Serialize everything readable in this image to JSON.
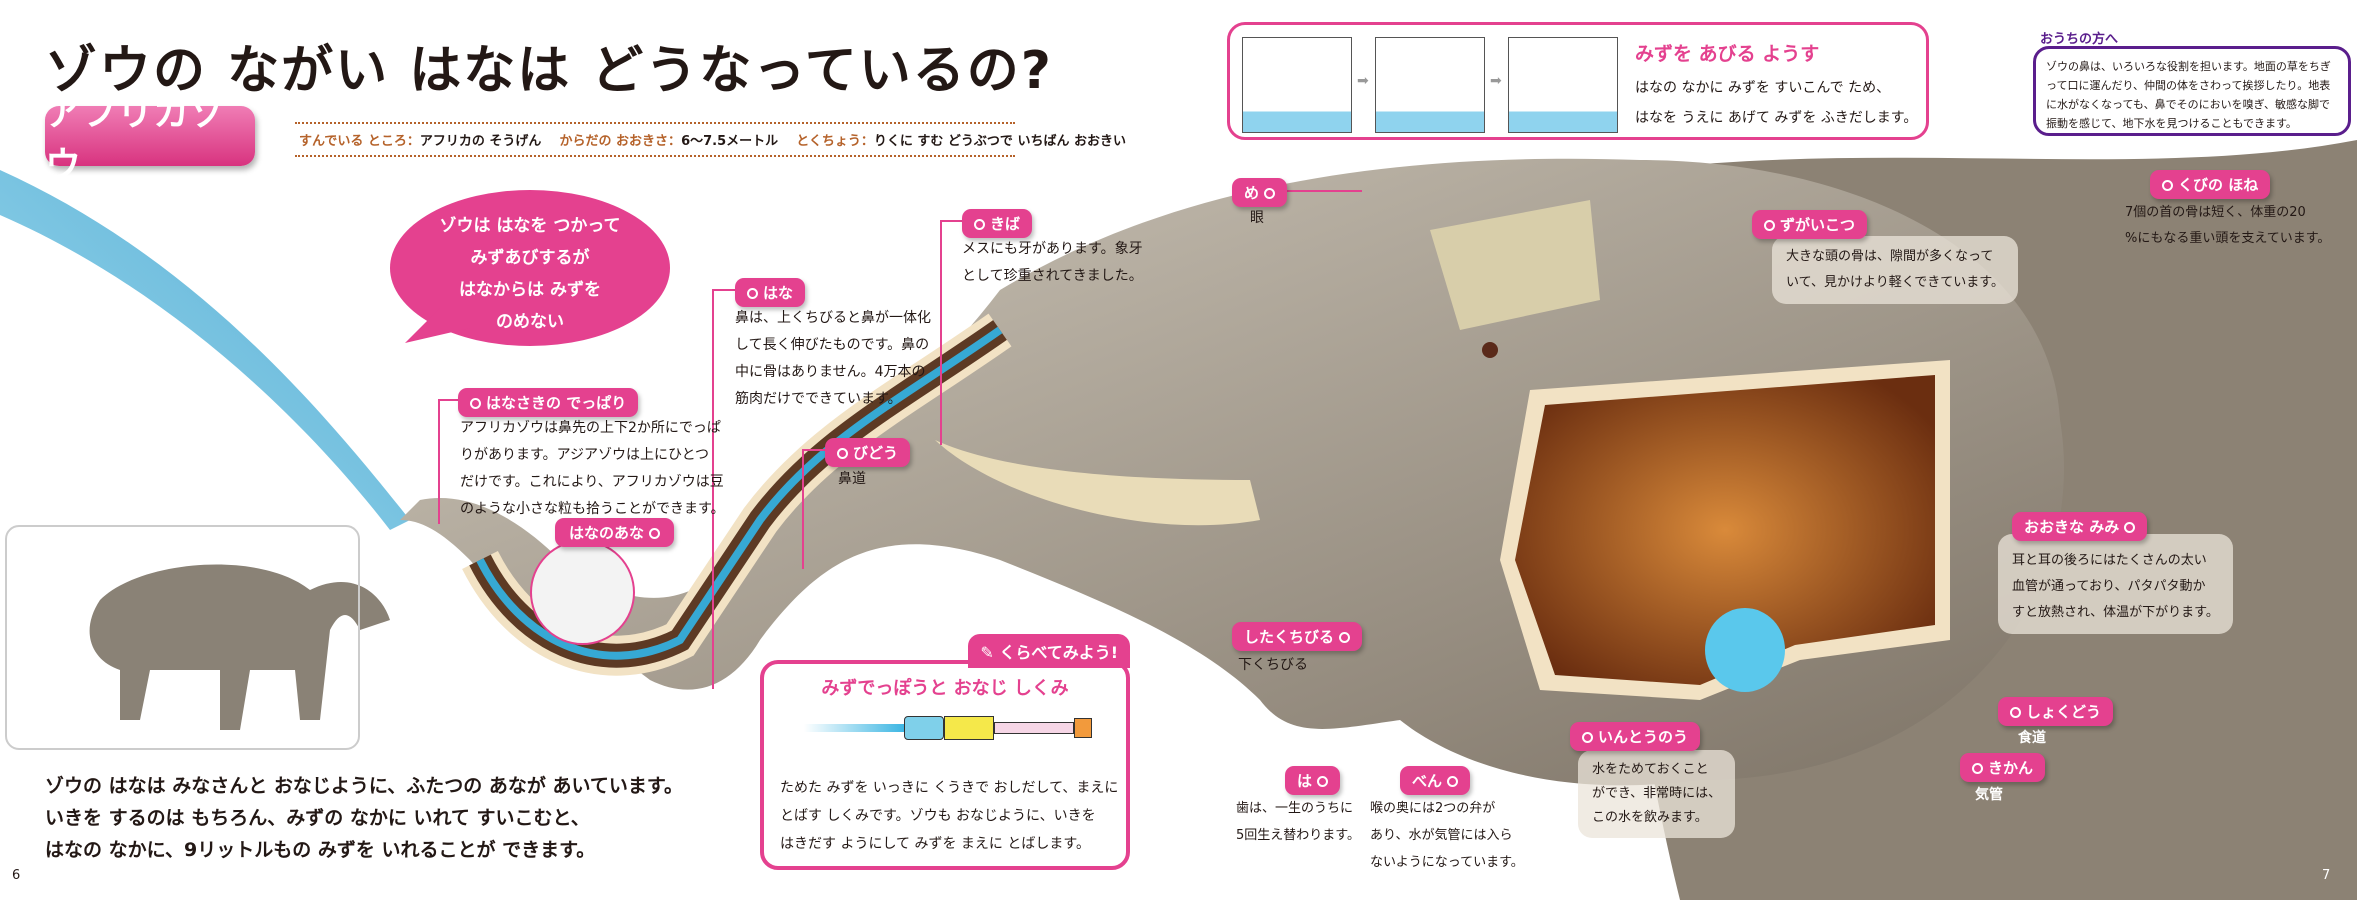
{
  "title": "ゾウの ながい はなは どうなっているの?",
  "species_badge": "アフリカゾウ",
  "info": {
    "habitat_label": "すんでいる ところ：",
    "habitat": "アフリカの そうげん",
    "size_label": "からだの おおきさ：",
    "size": "6〜7.5メートル",
    "feature_label": "とくちょう：",
    "feature": "りくに すむ どうぶつで いちばん おおきい"
  },
  "speech_bubble": [
    "ゾウは はなを つかって",
    "みずあびするが",
    "はなからは みずを",
    "のめない"
  ],
  "main_text": [
    "ゾウの はなは みなさんと おなじように、ふたつの あなが あいています。",
    "いきを するのは もちろん、みずの なかに いれて すいこむと、",
    "はなの なかに、9リットルもの みずを いれることが できます。"
  ],
  "page_numbers": {
    "left": "6",
    "right": "7"
  },
  "labels": {
    "hanasaki": {
      "title": "はなさきの でっぱり",
      "text": [
        "アフリカゾウは鼻先の上下2か所にでっぱ",
        "りがあります。アジアゾウは上にひとつ",
        "だけです。これにより、アフリカゾウは豆",
        "のような小さな粒も拾うことができます。"
      ]
    },
    "hananoana": {
      "title": "はなのあな"
    },
    "hana": {
      "title": "はな",
      "text": [
        "鼻は、上くちびると鼻が一体化",
        "して長く伸びたものです。鼻の",
        "中に骨はありません。4万本の",
        "筋肉だけでできています。"
      ]
    },
    "bidou": {
      "title": "びどう",
      "text": "鼻道"
    },
    "kiba": {
      "title": "きば",
      "text": [
        "メスにも牙があります。象牙",
        "として珍重されてきました。"
      ]
    },
    "me": {
      "title": "め",
      "text": "眼"
    },
    "zugaikotsu": {
      "title": "ずがいこつ",
      "text": [
        "大きな頭の骨は、隙間が多くなって",
        "いて、見かけより軽くできています。"
      ]
    },
    "kubinohone": {
      "title": "くびの ほね",
      "text": [
        "7個の首の骨は短く、体重の20",
        "%にもなる重い頭を支えています。"
      ]
    },
    "ookinamimi": {
      "title": "おおきな みみ",
      "text": [
        "耳と耳の後ろにはたくさんの太い",
        "血管が通っており、パタパタ動か",
        "すと放熱され、体温が下がります。"
      ]
    },
    "shokudou": {
      "title": "しょくどう",
      "text": "食道"
    },
    "kikan": {
      "title": "きかん",
      "text": "気管"
    },
    "shitakuchibiru": {
      "title": "したくちびる",
      "text": "下くちびる"
    },
    "ha": {
      "title": "は",
      "text": [
        "歯は、一生のうちに",
        "5回生え替わります。"
      ]
    },
    "ben": {
      "title": "べん",
      "text": [
        "喉の奥には2つの弁が",
        "あり、水が気管には入ら",
        "ないようになっています。"
      ]
    },
    "intounou": {
      "title": "いんとうのう",
      "text": [
        "水をためておくこと",
        "ができ、非常時には、",
        "この水を飲みます。"
      ]
    }
  },
  "water_box": {
    "title": "みずを あびる ようす",
    "text": [
      "はなの なかに みずを すいこんで ため、",
      "はなを うえに あげて みずを ふきだします。"
    ]
  },
  "compare_box": {
    "tab": "くらべてみよう!",
    "title": "みずでっぽうと おなじ しくみ",
    "text": [
      "ためた みずを いっきに くうきで おしだして、まえに",
      "とばす しくみです。ゾウも おなじように、いきを",
      "はきだす ようにして みずを まえに とばします。"
    ]
  },
  "parents_box": {
    "title": "おうちの方へ",
    "text": "ゾウの鼻は、いろいろな役割を担います。地面の草をちぎって口に運んだり、仲間の体をさわって挨拶したり。地表に水がなくなっても、鼻でそのにおいを嗅ぎ、敏感な脚で振動を感じて、地下水を見つけることもできます。"
  },
  "colors": {
    "accent": "#e4418f",
    "purple": "#5a1e8c",
    "label_brown": "#b5622a",
    "skin": "#a59c8d"
  }
}
